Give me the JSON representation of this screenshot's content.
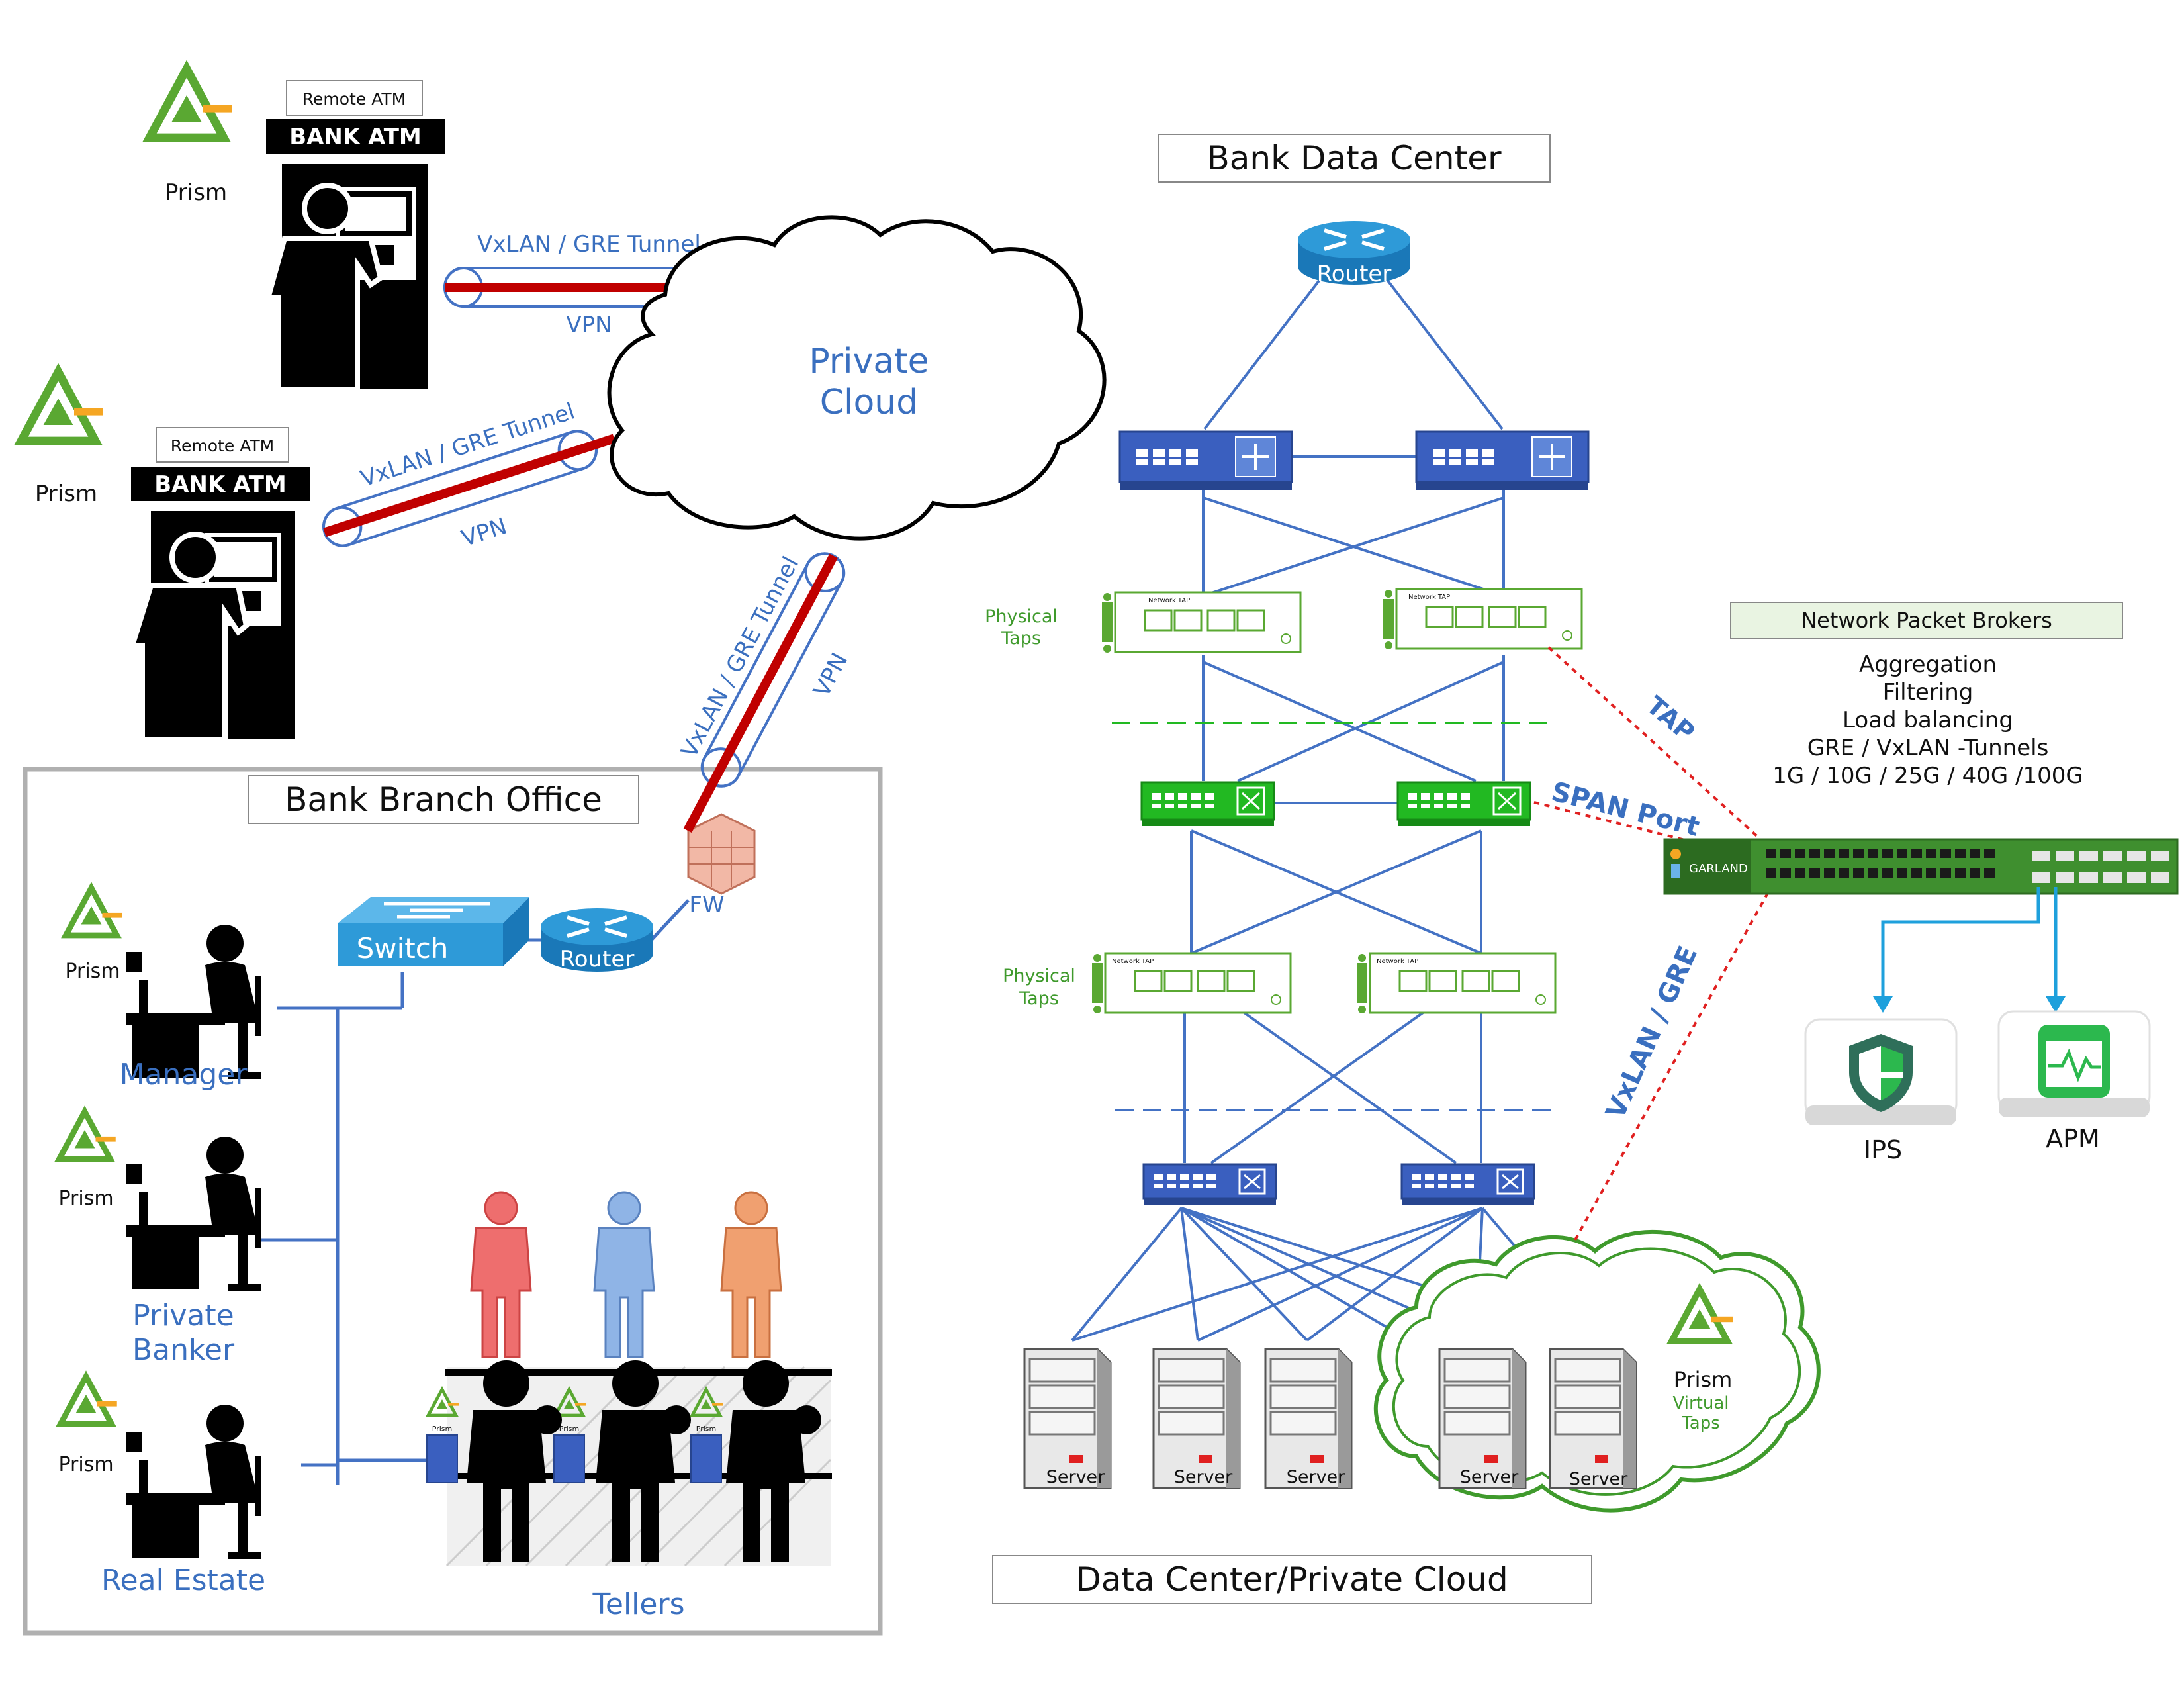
{
  "remote_atm_1": {
    "caption": "Remote ATM",
    "sign": "BANK ATM",
    "prism": "Prism"
  },
  "remote_atm_2": {
    "caption": "Remote ATM",
    "sign": "BANK ATM",
    "prism": "Prism"
  },
  "tunnel_1": {
    "label": "VxLAN / GRE Tunnel",
    "vpn": "VPN"
  },
  "tunnel_2": {
    "label": "VxLAN / GRE Tunnel",
    "vpn": "VPN"
  },
  "tunnel_3": {
    "label": "VxLAN / GRE Tunnel",
    "vpn": "VPN"
  },
  "private_cloud": {
    "line1": "Private",
    "line2": "Cloud"
  },
  "branch": {
    "title": "Bank Branch Office",
    "switch": "Switch",
    "router": "Router",
    "fw": "FW",
    "manager": "Manager",
    "private_banker_1": "Private",
    "private_banker_2": "Banker",
    "real_estate": "Real Estate",
    "tellers": "Tellers",
    "prism": "Prism",
    "prism_small": "Prism"
  },
  "datacenter": {
    "title": "Bank Data Center",
    "router": "Router",
    "physical_taps_1": "Physical",
    "physical_taps_2": "Taps",
    "network_tap": "Network TAP",
    "tap_arrow": "TAP",
    "span_arrow": "SPAN Port",
    "vxlan_arrow": "VxLAN / GRE",
    "server": "Server",
    "prism": "Prism",
    "virtual_1": "Virtual",
    "virtual_2": "Taps",
    "footer": "Data Center/Private Cloud"
  },
  "npb": {
    "title": "Network Packet Brokers",
    "features": [
      "Aggregation",
      "Filtering",
      "Load balancing",
      "GRE / VxLAN -Tunnels",
      "1G / 10G / 25G / 40G /100G"
    ],
    "brand": "GARLAND",
    "ips": "IPS",
    "apm": "APM"
  },
  "colors": {
    "link_blue": "#4472c4",
    "tunnel_red": "#c00000",
    "prism_green": "#5aa832",
    "prism_orange": "#f5a623",
    "switch_blue": "#3a5fbf",
    "switch_green": "#22b922",
    "npb_green": "#3f8f2f",
    "tap_red": "#e02020"
  }
}
